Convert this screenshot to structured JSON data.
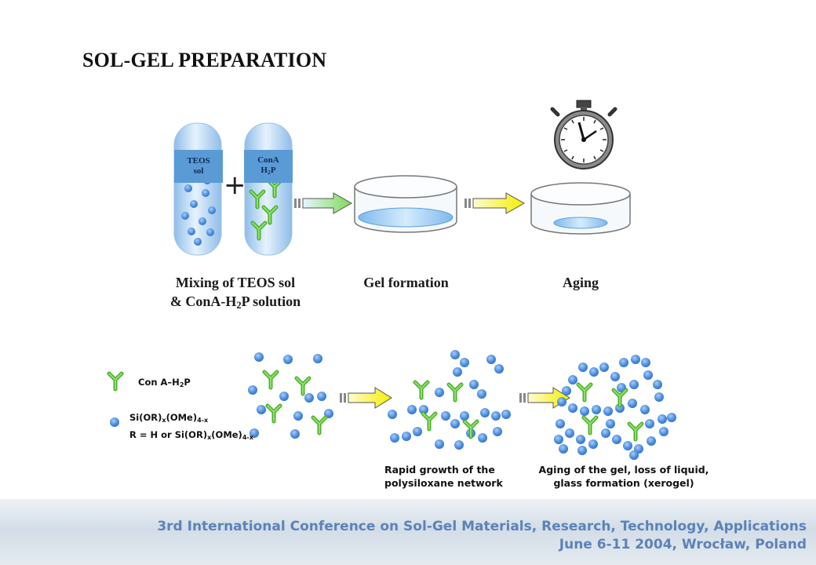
{
  "slide": {
    "title": "SOL-GEL PREPARATION"
  },
  "top_row": {
    "tube_teos": {
      "line1": "TEOS",
      "line2": "sol"
    },
    "tube_cona": {
      "line1": "ConA",
      "line2_main": "H",
      "line2_sub": "2",
      "line2_end": "P"
    },
    "plus_sign": "+",
    "captions": {
      "mixing_line1": "Mixing of TEOS sol",
      "mixing_line2_pre": "& ConA-H",
      "mixing_line2_sub": "2",
      "mixing_line2_post": "P solution",
      "gel_formation": "Gel formation",
      "aging": "Aging"
    }
  },
  "bottom_row": {
    "legend": {
      "cona_pre": "Con A–H",
      "cona_sub": "2",
      "cona_post": "P",
      "formula1_pre": "Si(OR)",
      "formula1_sub1": "x",
      "formula1_mid": "(OMe)",
      "formula1_sub2": "4-x",
      "formula2_pre": "R = H or Si(OR)",
      "formula2_sub1": "x",
      "formula2_mid": "(OMe)",
      "formula2_sub2": "4-x"
    },
    "notes": {
      "growth_line1": "Rapid growth of the",
      "growth_line2": "polysiloxane network",
      "aging_line1": "Aging of the gel, loss of liquid,",
      "aging_line2": "glass formation (xerogel)"
    }
  },
  "footer": {
    "line1": "3rd International Conference on Sol-Gel Materials, Research, Technology, Applications",
    "line2": "June 6-11 2004, Wrocław, Poland"
  },
  "colors": {
    "tube_blue": "#b9d8f5",
    "bead_blue": "#4d8fe0",
    "antibody_green": "#5cc23b",
    "arrow_yellow": "#f5f000",
    "arrow_green": "#7ed957",
    "footer_text": "#5c82b8"
  }
}
